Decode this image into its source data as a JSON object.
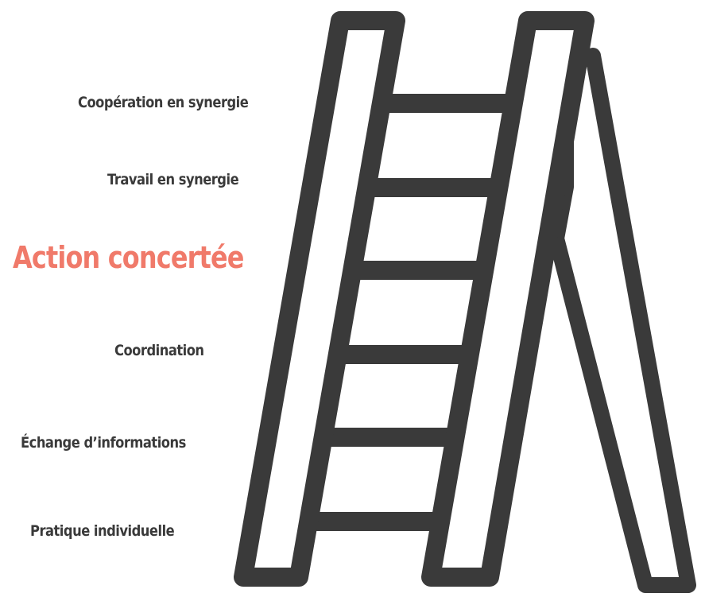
{
  "colors": {
    "ladder": "#3a3a3a",
    "label": "#3a3a3a",
    "highlight": "#f07a6a"
  },
  "ladder": {
    "icon": "ladder-icon",
    "levels": [
      {
        "label": "Coopération en synergie",
        "highlighted": false
      },
      {
        "label": "Travail en synergie",
        "highlighted": false
      },
      {
        "label": "Action concertée",
        "highlighted": true
      },
      {
        "label": "Coordination",
        "highlighted": false
      },
      {
        "label": "Échange d’informations",
        "highlighted": false
      },
      {
        "label": "Pratique individuelle",
        "highlighted": false
      }
    ]
  }
}
